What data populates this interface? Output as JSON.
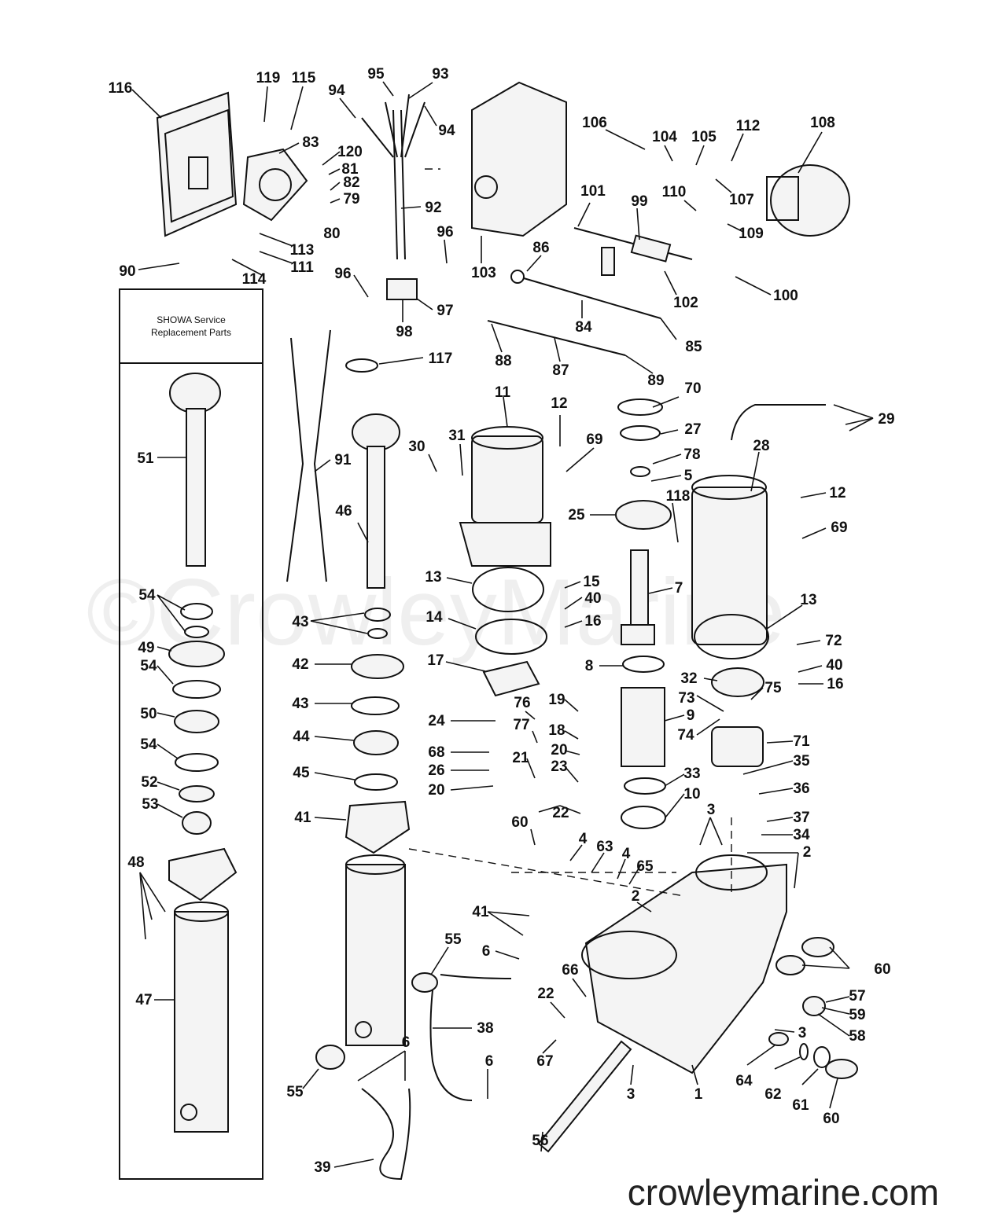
{
  "watermark": "©CrowleyMarine",
  "site_url": "crowleymarine.com",
  "service_box": {
    "title_line1": "SHOWA Service",
    "title_line2": "Replacement Parts"
  },
  "callouts": [
    "116",
    "119",
    "115",
    "83",
    "120",
    "81",
    "82",
    "79",
    "80",
    "113",
    "111",
    "114",
    "90",
    "95",
    "93",
    "94",
    "94",
    "92",
    "96",
    "96",
    "97",
    "98",
    "103",
    "106",
    "104",
    "105",
    "112",
    "108",
    "107",
    "110",
    "109",
    "101",
    "99",
    "102",
    "100",
    "86",
    "84",
    "85",
    "88",
    "87",
    "89",
    "117",
    "51",
    "54",
    "49",
    "54",
    "50",
    "54",
    "52",
    "53",
    "48",
    "47",
    "91",
    "46",
    "43",
    "42",
    "43",
    "44",
    "45",
    "41",
    "11",
    "12",
    "69",
    "30",
    "31",
    "13",
    "14",
    "15",
    "40",
    "16",
    "17",
    "24",
    "68",
    "26",
    "20",
    "76",
    "77",
    "19",
    "18",
    "20",
    "21",
    "23",
    "22",
    "60",
    "4",
    "63",
    "4",
    "65",
    "2",
    "70",
    "27",
    "78",
    "5",
    "25",
    "118",
    "7",
    "8",
    "9",
    "33",
    "10",
    "28",
    "29",
    "12",
    "69",
    "13",
    "72",
    "40",
    "16",
    "32",
    "75",
    "73",
    "74",
    "71",
    "35",
    "36",
    "37",
    "34",
    "3",
    "2",
    "41",
    "6",
    "55",
    "66",
    "22",
    "67",
    "38",
    "6",
    "39",
    "6",
    "55",
    "56",
    "3",
    "1",
    "3",
    "64",
    "62",
    "61",
    "60",
    "57",
    "59",
    "58",
    "60"
  ]
}
